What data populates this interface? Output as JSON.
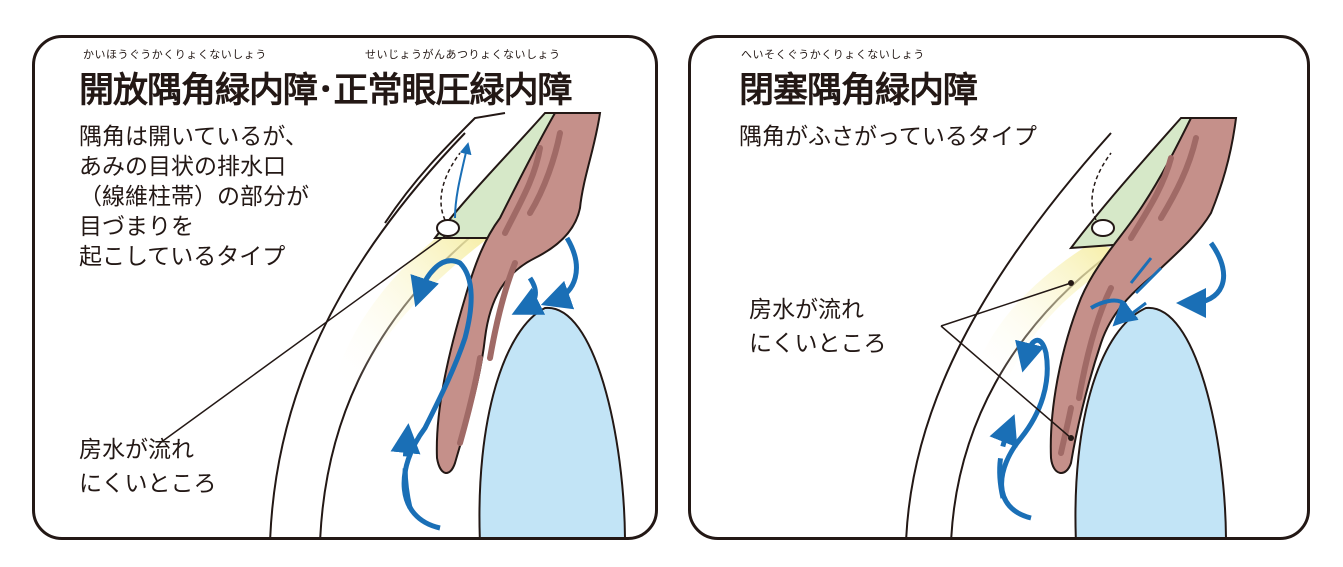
{
  "colors": {
    "outline": "#231815",
    "cornea_green": "#d6e8c8",
    "iris_brown": "#c5908a",
    "iris_dark": "#a06a66",
    "lens_blue": "#c2e4f6",
    "light_yellow": "#f7efaa",
    "flow_arrow": "#1a6fb6"
  },
  "left_panel": {
    "ruby_1": "かいほうぐうかくりょくないしょう",
    "ruby_2": "せいじょうがんあつりょくないしょう",
    "title": "開放隅角緑内障･正常眼圧緑内障",
    "description": [
      "隅角は開いているが、",
      "あみの目状の排水口",
      "（線維柱帯）の部分が",
      "目づまりを",
      "起こしているタイプ"
    ],
    "callout": [
      "房水が流れ",
      "にくいところ"
    ]
  },
  "right_panel": {
    "ruby": "へいそくぐうかくりょくないしょう",
    "title": "閉塞隅角緑内障",
    "description": [
      "隅角がふさがっているタイプ"
    ],
    "callout": [
      "房水が流れ",
      "にくいところ"
    ]
  }
}
